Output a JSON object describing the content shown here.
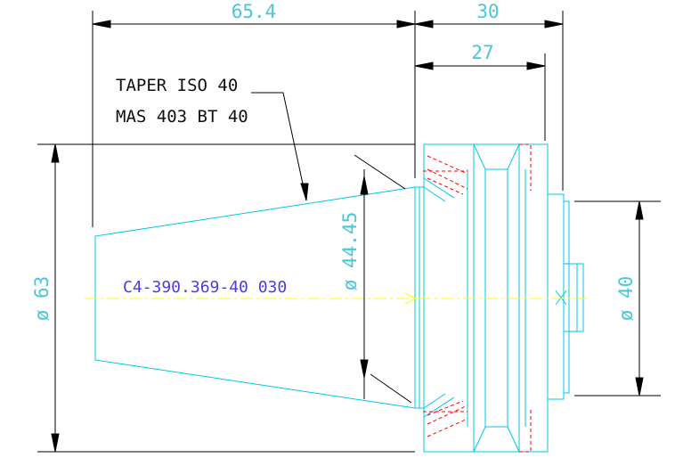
{
  "drawing": {
    "colors": {
      "background": "#ffffff",
      "geometry": "#00c8e8",
      "dimension_lines": "#000000",
      "dimension_text": "#46c8d8",
      "hidden_lines": "#ff0000",
      "center_line": "#ffff00",
      "part_number": "#4a3fd8",
      "note_text": "#111111"
    },
    "dimensions": {
      "overall_taper_length": "65.4",
      "flange_length": "30",
      "collar_length": "27",
      "flange_diameter": "ø 63",
      "taper_diameter": "ø 44.45",
      "shank_diameter": "ø 40"
    },
    "note": {
      "line1": "TAPER ISO 40",
      "line2": "MAS 403 BT 40"
    },
    "part_number": "C4-390.369-40 030"
  }
}
